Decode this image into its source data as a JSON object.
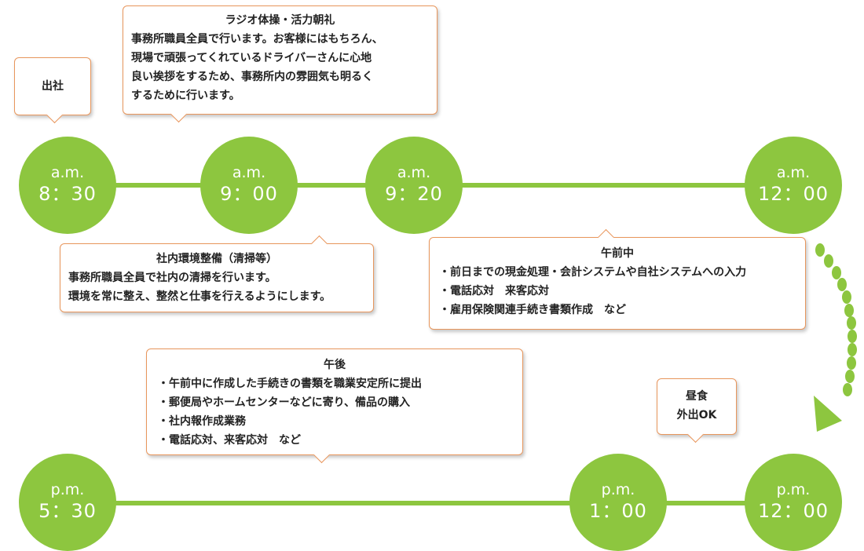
{
  "timeline": {
    "am_830": {
      "period": "a.m.",
      "time": "8：30"
    },
    "am_900": {
      "period": "a.m.",
      "time": "9：00"
    },
    "am_920": {
      "period": "a.m.",
      "time": "9：20"
    },
    "am_1200": {
      "period": "a.m.",
      "time": "12：00"
    },
    "pm_1200": {
      "period": "p.m.",
      "time": "12：00"
    },
    "pm_100": {
      "period": "p.m.",
      "time": "1：00"
    },
    "pm_530": {
      "period": "p.m.",
      "time": "5：30"
    }
  },
  "bubbles": {
    "arrival": {
      "title": "出社"
    },
    "radio_exercise": {
      "title": "ラジオ体操・活力朝礼",
      "lines": [
        "事務所職員全員で行います。お客様にはもちろん、",
        "現場で頑張ってくれているドライバーさんに心地",
        "良い挨拶をするため、事務所内の雰囲気も明るく",
        "するために行います。"
      ]
    },
    "cleaning": {
      "title": "社内環境整備（清掃等）",
      "lines": [
        "事務所職員全員で社内の清掃を行います。",
        "環境を常に整え、整然と仕事を行えるようにします。"
      ]
    },
    "morning": {
      "title": "午前中",
      "items": [
        "・前日までの現金処理・会計システムや自社システムへの入力",
        "・電話応対　来客応対",
        "・雇用保険関連手続き書類作成　など"
      ]
    },
    "afternoon": {
      "title": "午後",
      "items": [
        "・午前中に作成した手続きの書類を職業安定所に提出",
        "・郵便局やホームセンターなどに寄り、備品の購入",
        "・社内報作成業務",
        "・電話応対、来客応対　など"
      ]
    },
    "lunch": {
      "lines": [
        "昼食",
        "外出OK"
      ]
    }
  },
  "colors": {
    "accent_green": "#8dc63f",
    "bubble_border": "#e8965c"
  }
}
